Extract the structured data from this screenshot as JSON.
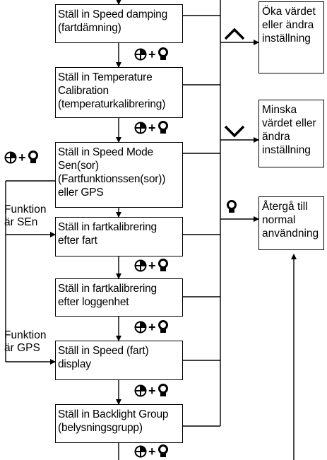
{
  "steps": [
    {
      "lines": [
        "Ställ in Speed damping",
        "(fartdämning)"
      ]
    },
    {
      "lines": [
        "Ställ in Temperature",
        "Calibration",
        "(temperaturkalibrering)"
      ]
    },
    {
      "lines": [
        "Ställ in Speed Mode",
        "Sen(sor)",
        "(Fartfunktionssen(sor))",
        "eller GPS"
      ]
    },
    {
      "lines": [
        "Ställ in fartkalibrering",
        "efter fart"
      ]
    },
    {
      "lines": [
        "Ställ in fartkalibrering",
        "efter loggenhet"
      ]
    },
    {
      "lines": [
        "Ställ in Speed (fart)",
        "display"
      ]
    },
    {
      "lines": [
        "Ställ in Backlight Group",
        "(belysningsgrupp)"
      ]
    }
  ],
  "branch_labels": {
    "sen": [
      "Funktion",
      "är SEn"
    ],
    "gps": [
      "Funktion",
      "är GPS"
    ]
  },
  "key_combo": {
    "plus": "+",
    "icons": [
      "power-key-icon",
      "light-key-icon"
    ]
  },
  "actions": [
    {
      "icon": "up-chevron-icon",
      "lines": [
        "Öka värdet",
        "eller ändra",
        "inställning"
      ]
    },
    {
      "icon": "down-chevron-icon",
      "lines": [
        "Minska",
        "värdet eller",
        "ändra",
        "inställning"
      ]
    },
    {
      "icon": "light-key-icon",
      "lines": [
        "Återgå till",
        "normal",
        "användning"
      ]
    }
  ]
}
